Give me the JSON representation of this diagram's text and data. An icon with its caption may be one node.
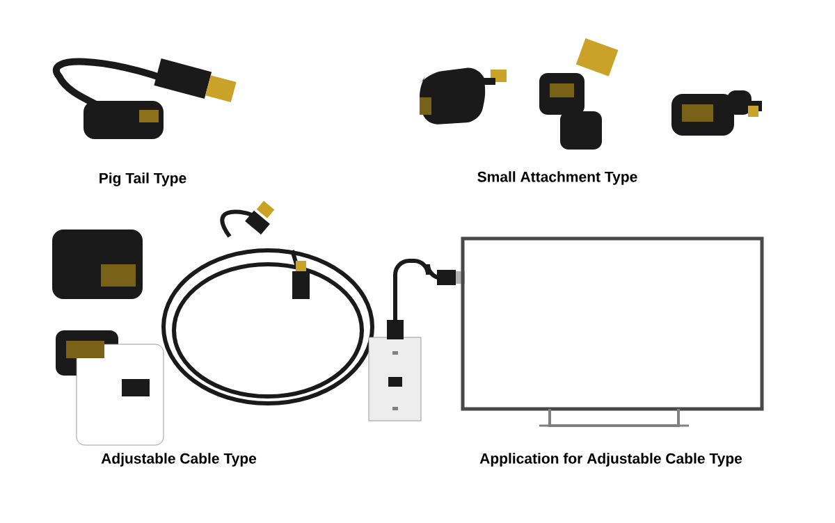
{
  "diagram": {
    "labels": [
      "Pig Tail Type",
      "Small Attachment Type",
      "Adjustable Cable Type",
      "Application for Adjustable Cable Type"
    ]
  }
}
